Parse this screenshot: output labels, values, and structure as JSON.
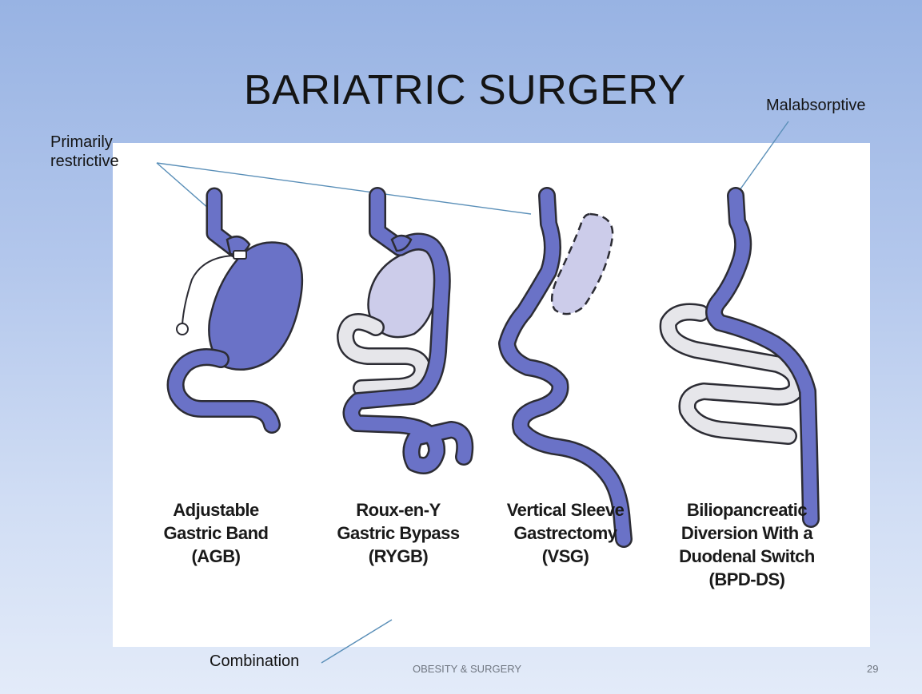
{
  "slide": {
    "title": "BARIATRIC SURGERY",
    "labels": {
      "primarily_restrictive": [
        "Primarily",
        "restrictive"
      ],
      "malabsorptive": "Malabsorptive",
      "combination": "Combination"
    },
    "procedures": [
      {
        "lines": [
          "Adjustable",
          "Gastric Band",
          "(AGB)"
        ]
      },
      {
        "lines": [
          "Roux-en-Y",
          "Gastric Bypass",
          "(RYGB)"
        ]
      },
      {
        "lines": [
          "Vertical Sleeve",
          "Gastrectomy",
          "(VSG)"
        ]
      },
      {
        "lines": [
          "Biliopancreatic",
          "Diversion With a",
          "Duodenal Switch",
          "(BPD-DS)"
        ]
      }
    ],
    "footer": {
      "center": "OBESITY & SURGERY",
      "page_number": "29"
    }
  },
  "colors": {
    "tract": "#6a72c7",
    "pouch_light": "#ccccea",
    "bypassed": "#e6e6ea",
    "outline": "#2c2c34"
  }
}
